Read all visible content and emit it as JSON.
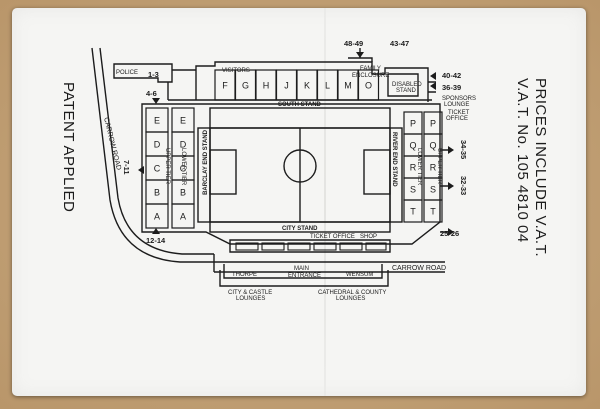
{
  "ticket": {
    "side_left": "PATENT APPLIED",
    "side_right_1": "PRICES INCLUDE V.A.T.",
    "side_right_2": "V.A.T. No. 105 4810 04"
  },
  "map": {
    "south_stand": "SOUTH STAND",
    "city_stand": "CITY STAND",
    "barclay": "BARCLAY END STAND",
    "river": "RIVER END STAND",
    "carrow_road_left": "CARROW ROAD",
    "carrow_road_bottom": "CARROW ROAD",
    "police": "POLICE",
    "visitors": "VISITORS",
    "family": "FAMILY",
    "enclosure": "ENCLOSURE",
    "disabled": "DISABLED",
    "stand": "STAND",
    "sponsors": "SPONSORS",
    "lounge": "LOUNGE",
    "ticket": "TICKET",
    "office": "OFFICE",
    "ticket_office": "TICKET OFFICE",
    "shop": "SHOP",
    "thorpe": "THORPE",
    "main": "MAIN",
    "entrance": "ENTRANCE",
    "wensum": "WENSUM",
    "city_castle_1": "CITY & CASTLE",
    "city_castle_2": "LOUNGES",
    "cathedral_1": "CATHEDRAL & COUNTY",
    "cathedral_2": "LOUNGES",
    "upper_tier": "UPPER TIER",
    "lower_tier": "LOWER TIER",
    "gates": {
      "g48_49": "48-49",
      "g43_47": "43-47",
      "g1_3": "1-3",
      "g40_42": "40-42",
      "g36_39": "36-39",
      "g4_6": "4-6",
      "g7_11": "7-11",
      "g34_35": "34-35",
      "g32_33": "32-33",
      "g12_14": "12-14",
      "g25_26": "25-26"
    },
    "south_sections": [
      "F",
      "G",
      "H",
      "J",
      "K",
      "L",
      "M",
      "O"
    ],
    "barclay_upper": [
      "E",
      "D",
      "C",
      "B",
      "A"
    ],
    "barclay_lower": [
      "E",
      "D",
      "C",
      "B",
      "A"
    ],
    "river_inner": [
      "P",
      "Q",
      "R",
      "S",
      "T"
    ],
    "river_outer": [
      "P",
      "Q",
      "R",
      "S",
      "T"
    ]
  }
}
